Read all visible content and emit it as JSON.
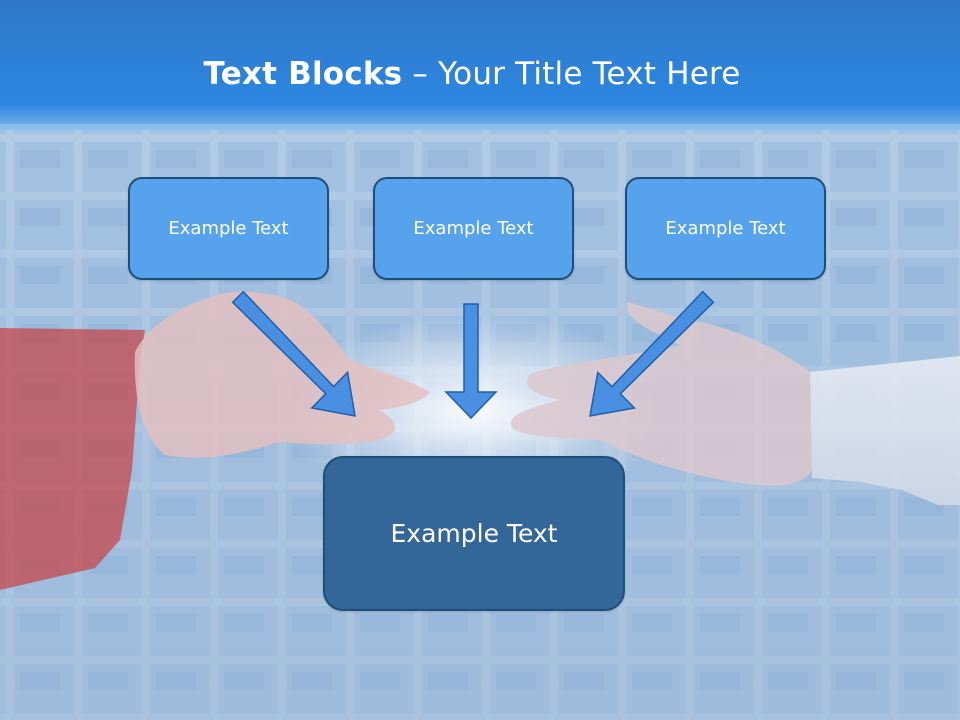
{
  "slide": {
    "title_bold": "Text Blocks",
    "title_dash": " – ",
    "title_rest": "Your Title Text Here"
  },
  "boxes": [
    {
      "label": "Example Text"
    },
    {
      "label": "Example Text"
    },
    {
      "label": "Example Text"
    }
  ],
  "result_box": {
    "label": "Example Text"
  },
  "colors": {
    "header_blue": "#2a7fd4",
    "box_fill": "#56a2ec",
    "box_border": "#1f4e79",
    "result_fill": "#336699",
    "arrow_fill": "#4a90e2"
  }
}
